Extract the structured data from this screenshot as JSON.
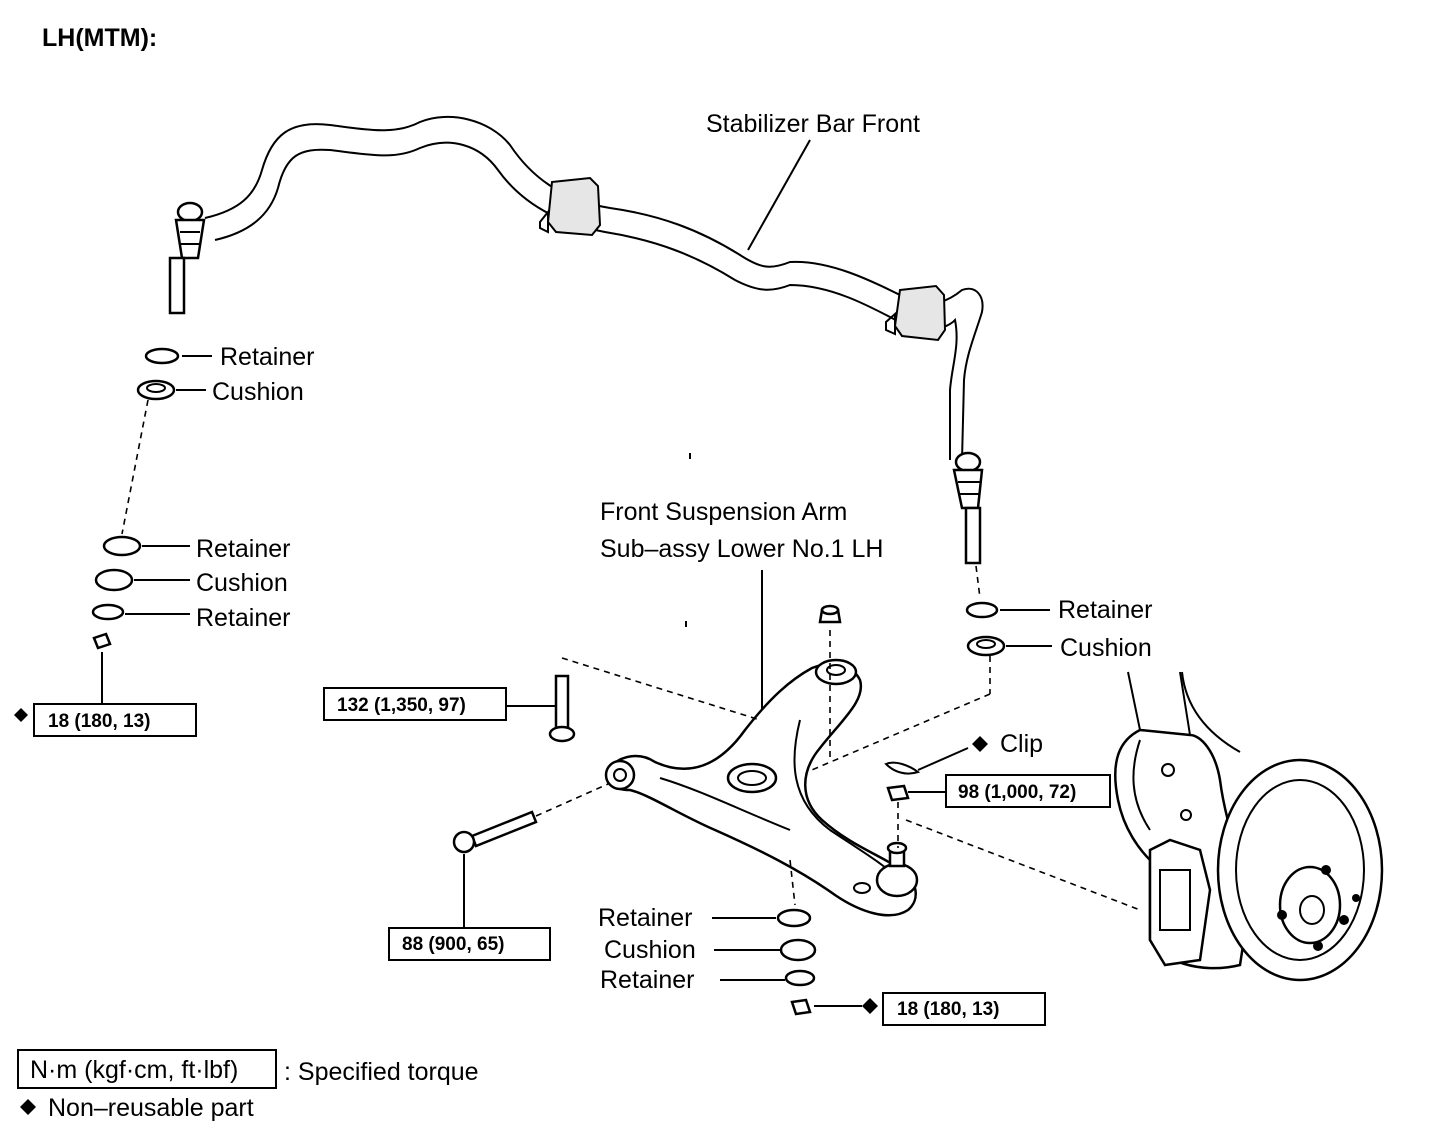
{
  "title": "LH(MTM):",
  "labels": {
    "stabilizer_bar": "Stabilizer Bar Front",
    "lower_arm_line1": "Front Suspension Arm",
    "lower_arm_line2": "Sub–assy Lower No.1 LH",
    "retainer": "Retainer",
    "cushion": "Cushion",
    "clip": "Clip"
  },
  "torque": {
    "link_nut_left": "18 (180, 13)",
    "arm_bolt_front": "132 (1,350, 97)",
    "arm_bolt_rear": "88 (900, 65)",
    "ball_joint_nut": "98 (1,000, 72)",
    "link_nut_bottom": "18 (180, 13)"
  },
  "legend": {
    "torque_unit": "N·m (kgf·cm, ft·lbf)",
    "torque_desc": ": Specified torque",
    "non_reusable": "Non–reusable part"
  },
  "icons": {
    "non_reusable_marker": "diamond-icon"
  }
}
